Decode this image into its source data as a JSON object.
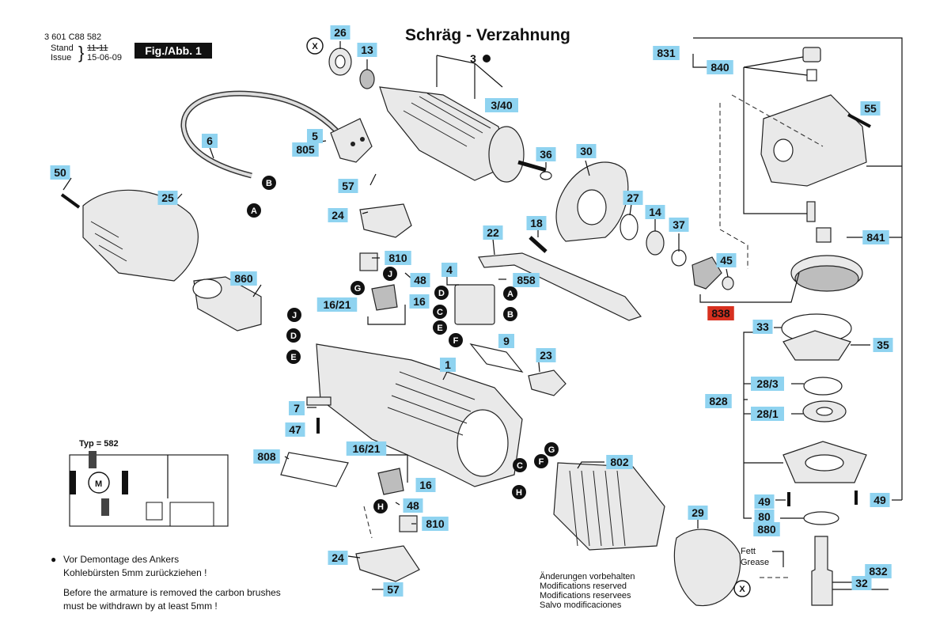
{
  "header": {
    "doc_number": "3 601 C88 582",
    "stand_label": "Stand",
    "issue_label": "Issue",
    "stand_value": "11-11",
    "issue_value": "15-06-09",
    "fig_label": "Fig./Abb. 1"
  },
  "title": "Schräg - Verzahnung",
  "part_numbers": [
    "26",
    "13",
    "3",
    "3/40",
    "831",
    "840",
    "55",
    "36",
    "30",
    "6",
    "5",
    "805",
    "50",
    "25",
    "57",
    "24",
    "27",
    "14",
    "37",
    "18",
    "22",
    "810",
    "48",
    "45",
    "838",
    "841",
    "860",
    "4",
    "858",
    "16/21",
    "16",
    "33",
    "35",
    "9",
    "23",
    "1",
    "28/3",
    "828",
    "28/1",
    "7",
    "47",
    "808",
    "802",
    "49",
    "80",
    "880",
    "29",
    "832",
    "32"
  ],
  "callouts": [
    "A",
    "B",
    "C",
    "D",
    "E",
    "F",
    "G",
    "H",
    "J",
    "X"
  ],
  "highlight_part": "838",
  "schematic_label": "Typ = 582",
  "motor_label": "M",
  "note_de": [
    "Vor Demontage des Ankers",
    "Kohlebürsten 5mm zurückziehen !"
  ],
  "note_en": [
    "Before the armature is removed the carbon brushes",
    "must be withdrawn by at least 5mm !"
  ],
  "changes": [
    "Änderungen vorbehalten",
    "Modifications reserved",
    "Modifications reservees",
    "Salvo modificaciones"
  ],
  "grease": [
    "Fett",
    "Grease"
  ],
  "colors": {
    "label_bg": "#8fd3f0",
    "highlight_bg": "#d7301f",
    "callout": "#111111"
  }
}
